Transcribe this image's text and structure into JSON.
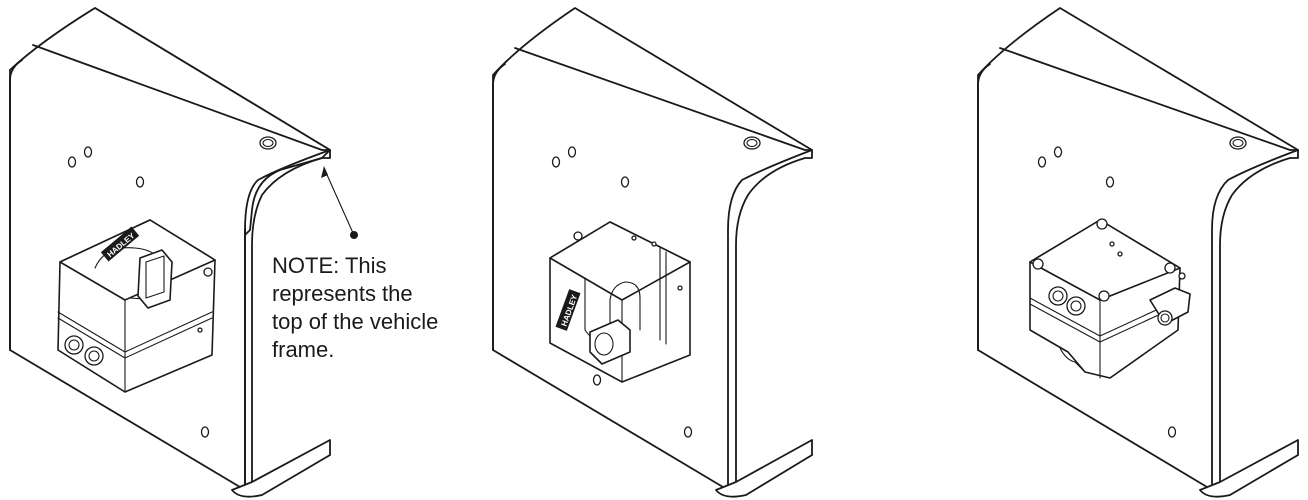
{
  "note": {
    "line1": "NOTE: This",
    "line2": "represents the",
    "line3": "top of the vehicle",
    "line4": "frame."
  },
  "logo_text": "HADLEY",
  "colors": {
    "line": "#1a1a1a",
    "background": "#ffffff"
  }
}
